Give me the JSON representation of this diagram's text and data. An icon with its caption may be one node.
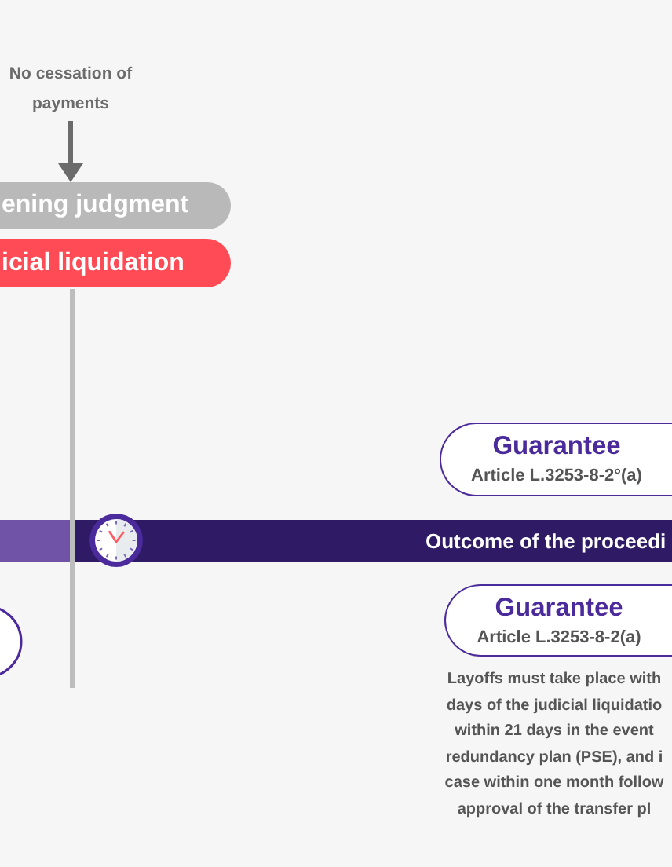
{
  "diagram": {
    "nodes": [
      {
        "text": [
          "No cessation of payments"
        ]
      },
      {
        "text": [
          "ening judgment"
        ]
      },
      {
        "text": [
          "icial liquidation"
        ]
      },
      {
        "text": [
          "Guarantee",
          "Article L.3253-8-2°(a)"
        ]
      },
      {
        "text": [
          "Outcome of the proceedi"
        ]
      },
      {
        "text": [
          "Guarantee",
          "Article L.3253-8-2(a)"
        ],
        "beside": [
          "Layoffs must take place with days of the judicial liquidatio within 21 days in the event redundancy plan (PSE), and i case within one month follow approval of the transfer pl"
        ]
      },
      {
        "text": [],
        "shape": "circle"
      }
    ],
    "edges": [
      {
        "from": 0,
        "to": 1,
        "arrow": "to"
      },
      {
        "from": 2,
        "to": null,
        "arrow": "none",
        "color": "#bdbdbd"
      }
    ]
  }
}
